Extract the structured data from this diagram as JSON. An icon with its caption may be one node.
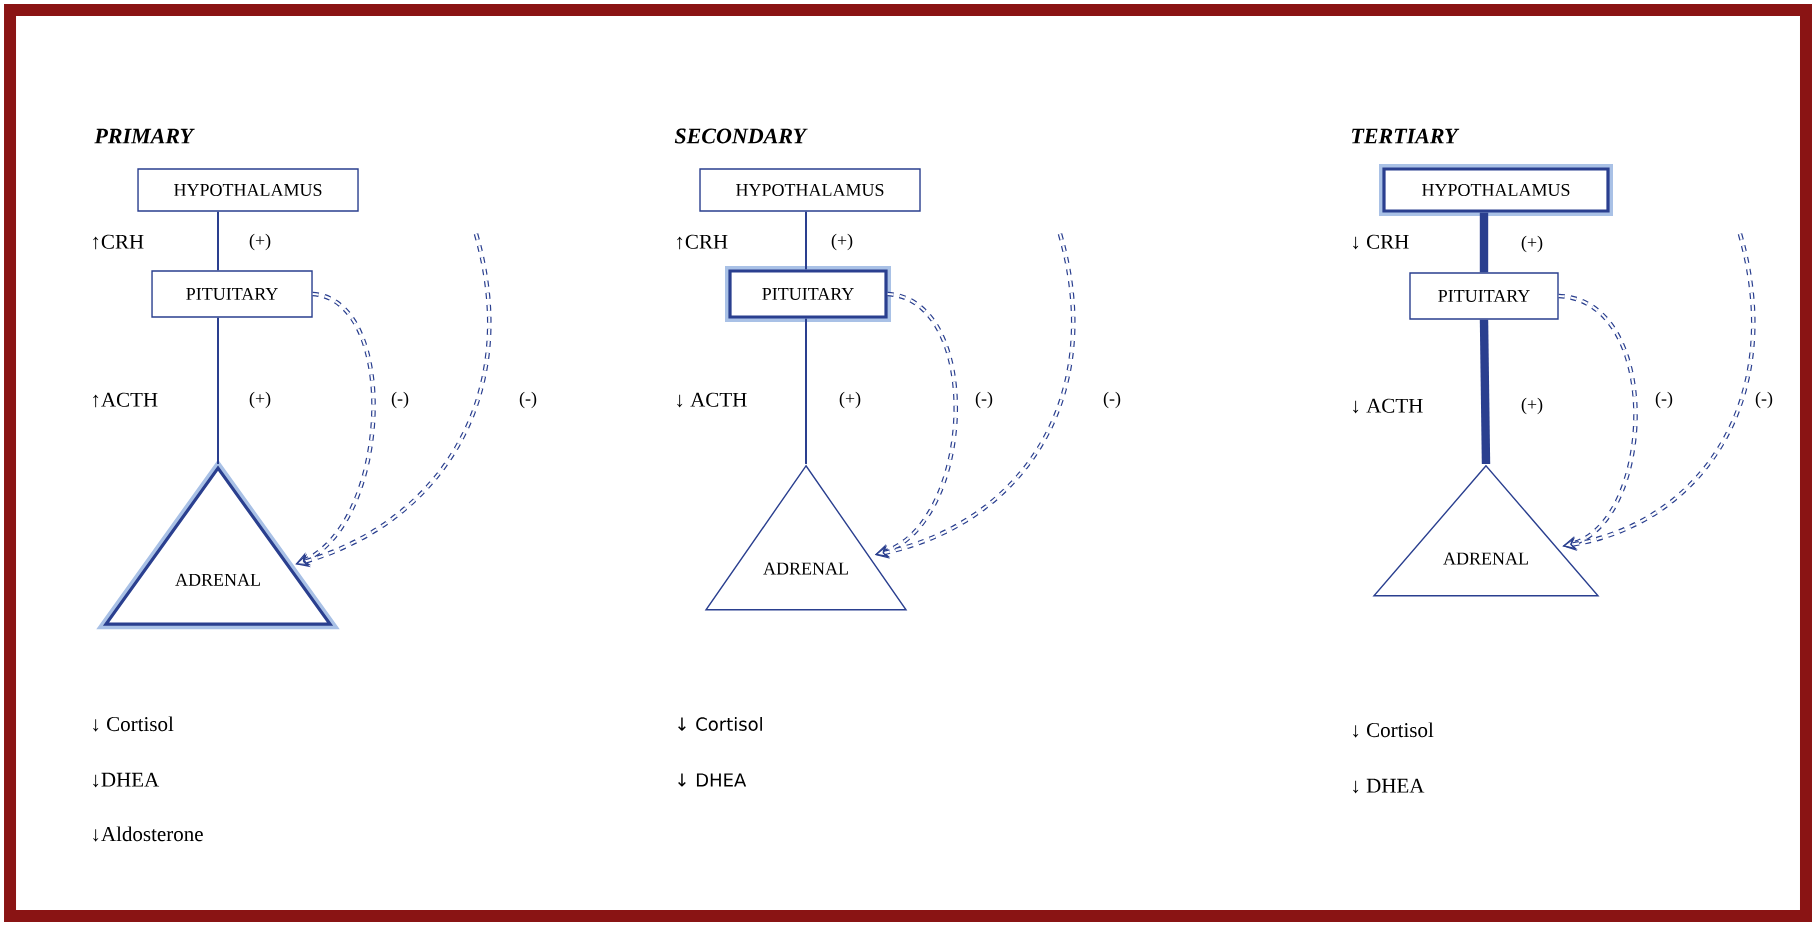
{
  "diagram": {
    "nodes": [
      {
        "text": [
          "HYPOTHALAMUS"
        ]
      },
      {
        "text": [
          "PITUITARY"
        ]
      },
      {
        "text": [
          "ADRENAL"
        ]
      },
      {
        "text": [
          "HYPOTHALAMUS"
        ]
      },
      {
        "text": [
          "PITUITARY"
        ]
      },
      {
        "text": [
          "ADRENAL"
        ]
      },
      {
        "text": [
          "HYPOTHALAMUS"
        ]
      },
      {
        "text": [
          "PITUITARY"
        ]
      },
      {
        "text": [
          "ADRENAL"
        ]
      }
    ],
    "edges": [
      {
        "from": 0,
        "to": 1,
        "arrow": "none",
        "label": "(+)"
      },
      {
        "from": 1,
        "to": 2,
        "arrow": "none",
        "label": "(+)"
      },
      {
        "from": 1,
        "to": 2,
        "arrow": "to",
        "style": "dashed",
        "label": "(-)"
      },
      {
        "from": null,
        "to": 2,
        "arrow": "to",
        "style": "dashed",
        "label": "(-)"
      },
      {
        "from": 3,
        "to": 4,
        "arrow": "none",
        "label": "(+)"
      },
      {
        "from": 4,
        "to": 5,
        "arrow": "none",
        "label": "(+)"
      },
      {
        "from": 4,
        "to": 5,
        "arrow": "to",
        "style": "dashed",
        "label": "(-)"
      },
      {
        "from": null,
        "to": 5,
        "arrow": "to",
        "style": "dashed",
        "label": "(-)"
      },
      {
        "from": 6,
        "to": 7,
        "arrow": "none",
        "style": "thick",
        "label": "(+)"
      },
      {
        "from": 7,
        "to": 8,
        "arrow": "none",
        "style": "thick",
        "label": "(+)"
      },
      {
        "from": 7,
        "to": 8,
        "arrow": "to",
        "style": "dashed",
        "label": "(-)"
      },
      {
        "from": null,
        "to": 8,
        "arrow": "to",
        "style": "dashed",
        "label": "(-)"
      }
    ],
    "labels": [
      "PRIMARY",
      "↑CRH",
      "↑ACTH",
      "↓ Cortisol",
      "↓DHEA",
      "↓Aldosterone",
      "SECONDARY",
      "↑CRH",
      "↓ ACTH",
      "↓ Cortisol",
      "↓ DHEA",
      "TERTIARY",
      "↓ CRH",
      "↓ ACTH",
      "↓ Cortisol",
      "↓ DHEA"
    ]
  }
}
